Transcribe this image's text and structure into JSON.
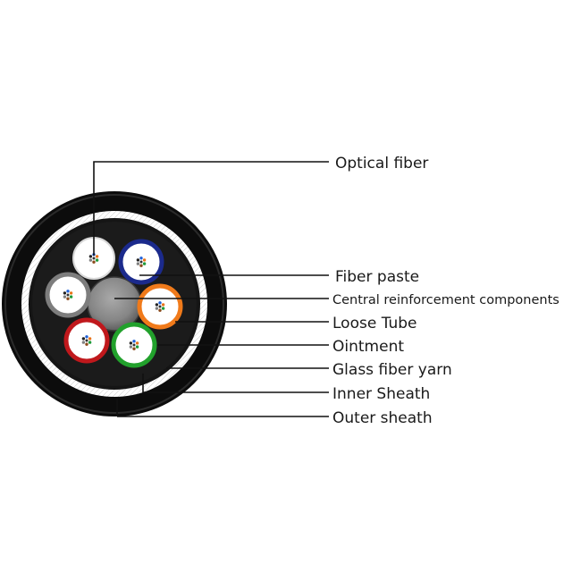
{
  "diagram": {
    "labels": [
      {
        "id": "optical-fiber",
        "text": "Optical fiber"
      },
      {
        "id": "fiber-paste",
        "text": "Fiber paste"
      },
      {
        "id": "central-reinforcement",
        "text": "Central reinforcement components"
      },
      {
        "id": "loose-tube",
        "text": "Loose Tube"
      },
      {
        "id": "ointment",
        "text": "Ointment"
      },
      {
        "id": "glass-fiber-yarn",
        "text": "Glass fiber yarn"
      },
      {
        "id": "inner-sheath",
        "text": "Inner Sheath"
      },
      {
        "id": "outer-sheath",
        "text": "Outer sheath"
      }
    ],
    "tubes": [
      {
        "id": "white",
        "color": "#d8d8d8"
      },
      {
        "id": "blue",
        "color": "#1b2a8c"
      },
      {
        "id": "orange",
        "color": "#f07a1a"
      },
      {
        "id": "gray",
        "color": "#7d7d7d"
      },
      {
        "id": "red",
        "color": "#c0181c"
      },
      {
        "id": "green",
        "color": "#22a12c"
      }
    ],
    "colors": {
      "outer_sheath": "#0c0c0c",
      "inner_sheath": "#151515",
      "glass_fiber_yarn": "#ffffff",
      "ointment": "#1b1b1b",
      "central_member": "#8a8a8a",
      "leader_line": "#111111",
      "text": "#1a1a1a"
    }
  }
}
